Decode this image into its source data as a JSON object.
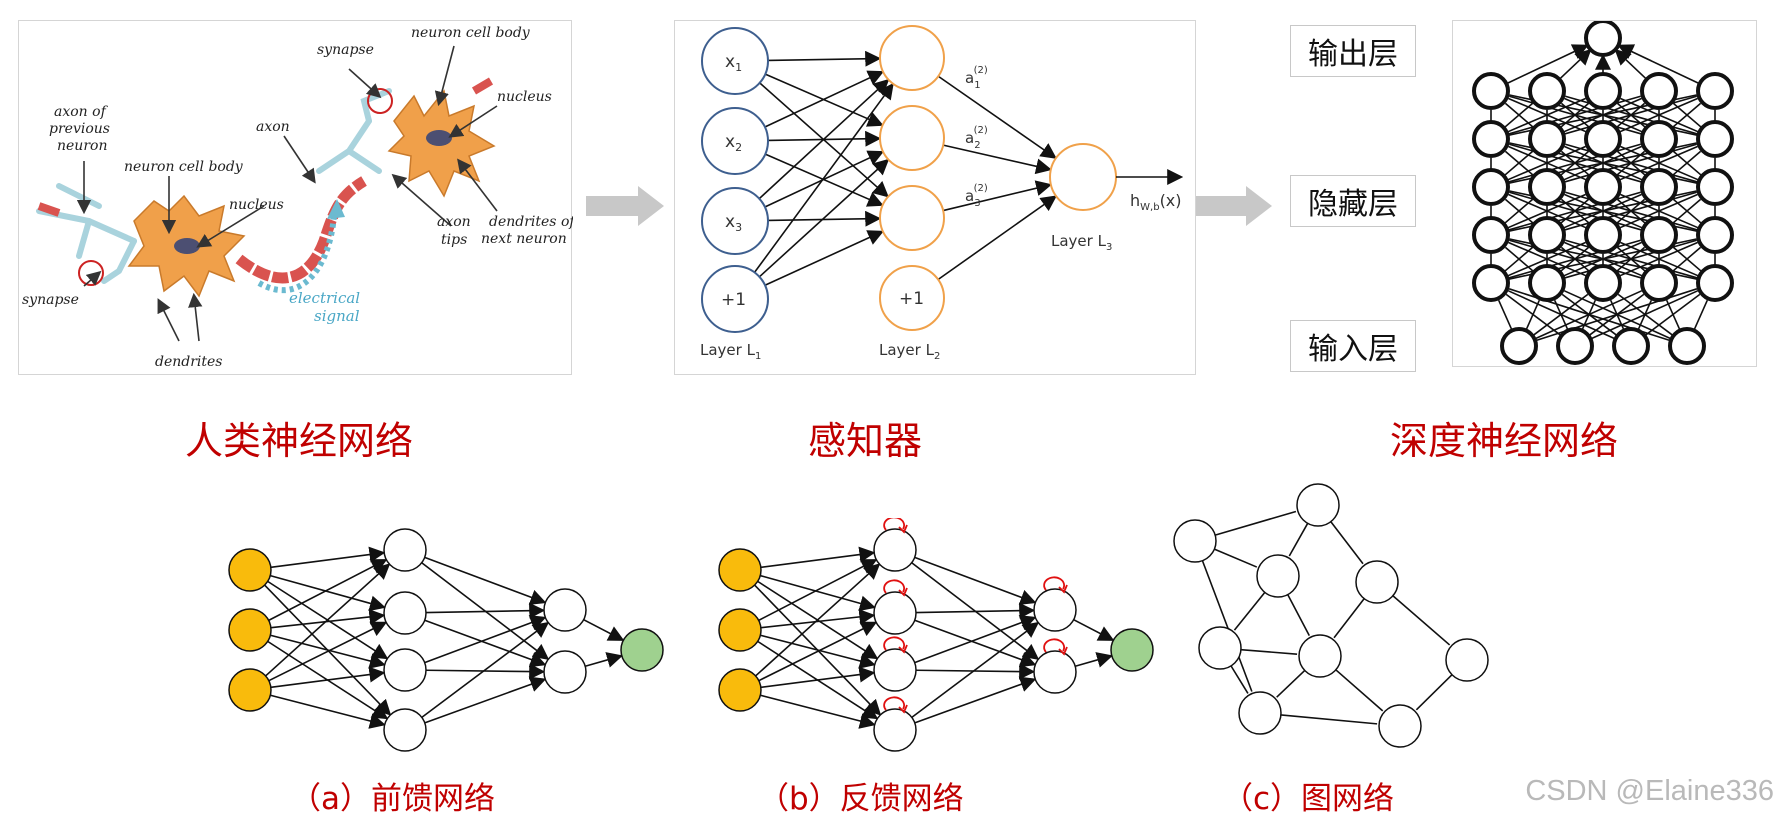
{
  "neuron": {
    "caption": "人类神经网络",
    "labels": {
      "synapse_top": "synapse",
      "neuron_cell_body_top": "neuron cell body",
      "nucleus_top": "nucleus",
      "axon_prev_1": "axon of",
      "axon_prev_2": "previous",
      "axon_prev_3": "neuron",
      "neuron_cell_body_left": "neuron cell body",
      "nucleus_left": "nucleus",
      "axon": "axon",
      "axon_tips_1": "axon",
      "axon_tips_2": "tips",
      "dendrites_next_1": "dendrites of",
      "dendrites_next_2": "next neuron",
      "synapse_left": "synapse",
      "electrical_1": "electrical",
      "electrical_2": "signal",
      "dendrites": "dendrites"
    }
  },
  "perceptron": {
    "caption": "感知器",
    "inputs": [
      "x",
      "x",
      "x",
      "+1"
    ],
    "input_subs": [
      "1",
      "2",
      "3",
      ""
    ],
    "hidden_bias": "+1",
    "a_labels": [
      "a",
      "a",
      "a"
    ],
    "a_subs": [
      "1",
      "2",
      "3"
    ],
    "a_sup": "(2)",
    "output_label": "h",
    "output_sub": "W,b",
    "output_arg": "(x)",
    "layer_labels": [
      "Layer L",
      "Layer L",
      "Layer L"
    ],
    "layer_subs": [
      "1",
      "2",
      "3"
    ]
  },
  "deep": {
    "caption": "深度神经网络",
    "layer_names": [
      "输出层",
      "隐藏层",
      "输入层"
    ]
  },
  "sub_networks": {
    "feedforward_caption": "（a）前馈网络",
    "feedback_caption": "（b）反馈网络",
    "graph_caption": "（c）图网络"
  },
  "watermark": "CSDN @Elaine336",
  "colors": {
    "caption_red": "#c00000",
    "input_node": "#f9bb0c",
    "output_node": "#9fd18f",
    "perceptron_input": "#3e5f8f",
    "perceptron_hidden": "#f0a14a",
    "arrow_gray": "#c8c8c8"
  }
}
